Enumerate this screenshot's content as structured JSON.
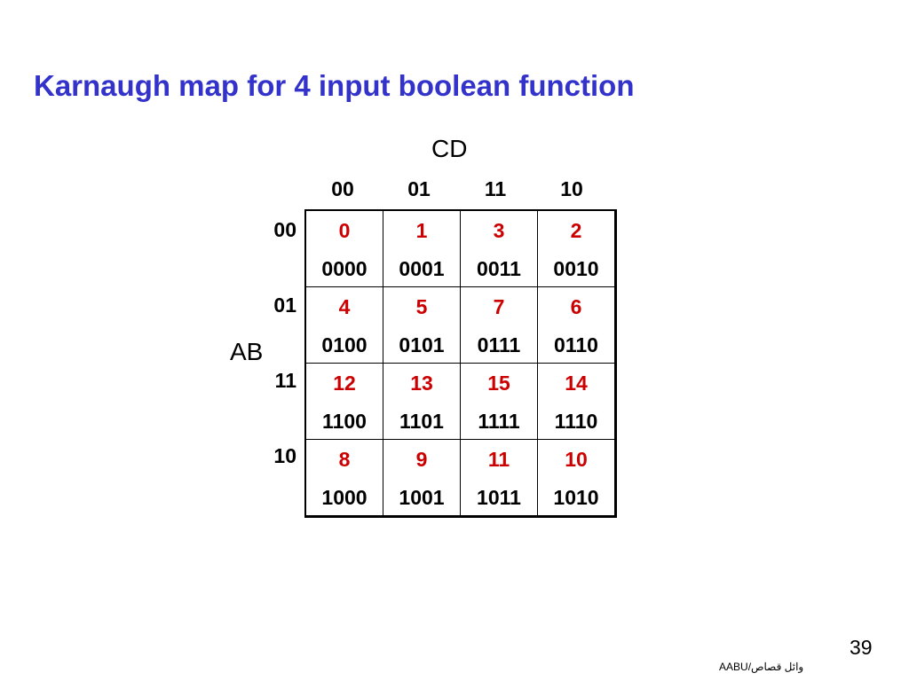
{
  "slide": {
    "title": "Karnaugh map for 4 input boolean function",
    "page_number": "39",
    "footer": "وائل قصاص/AABU"
  },
  "kmap": {
    "column_variable": "CD",
    "row_variable": "AB",
    "column_headers": [
      "00",
      "01",
      "11",
      "10"
    ],
    "row_headers": [
      "00",
      "01",
      "11",
      "10"
    ],
    "rows": [
      [
        {
          "index": "0",
          "bits": "0000"
        },
        {
          "index": "1",
          "bits": "0001"
        },
        {
          "index": "3",
          "bits": "0011"
        },
        {
          "index": "2",
          "bits": "0010"
        }
      ],
      [
        {
          "index": "4",
          "bits": "0100"
        },
        {
          "index": "5",
          "bits": "0101"
        },
        {
          "index": "7",
          "bits": "0111"
        },
        {
          "index": "6",
          "bits": "0110"
        }
      ],
      [
        {
          "index": "12",
          "bits": "1100"
        },
        {
          "index": "13",
          "bits": "1101"
        },
        {
          "index": "15",
          "bits": "1111"
        },
        {
          "index": "14",
          "bits": "1110"
        }
      ],
      [
        {
          "index": "8",
          "bits": "1000"
        },
        {
          "index": "9",
          "bits": "1001"
        },
        {
          "index": "11",
          "bits": "1011"
        },
        {
          "index": "10",
          "bits": "1010"
        }
      ]
    ]
  },
  "colors": {
    "title": "#3333cc",
    "cell_index": "#cc0000",
    "text": "#000000",
    "background": "#ffffff"
  }
}
